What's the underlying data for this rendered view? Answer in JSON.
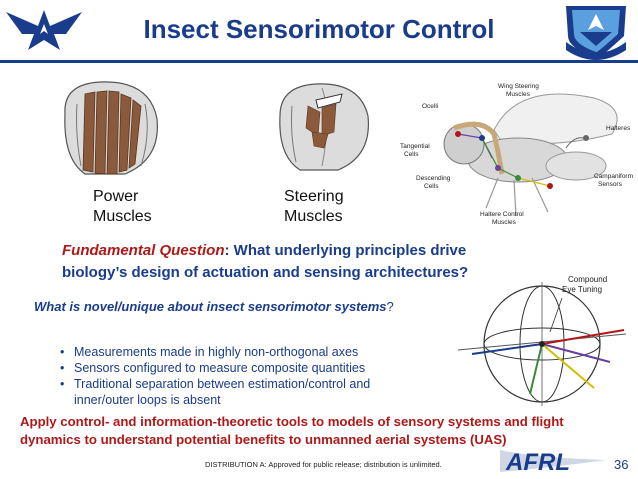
{
  "title": "Insect Sensorimotor Control",
  "captions": {
    "power": [
      "Power",
      "Muscles"
    ],
    "steering": [
      "Steering",
      "Muscles"
    ]
  },
  "diagram_labels": {
    "wing_steering": [
      "Wing Steering",
      "Muscles"
    ],
    "ocelli": "Ocelli",
    "tangential": [
      "Tangential",
      "Cells"
    ],
    "descending": [
      "Descending",
      "Cells"
    ],
    "halteres": "Halteres",
    "campaniform": [
      "Campaniform",
      "Sensors"
    ],
    "haltere_control": [
      "Haltere Control",
      "Muscles"
    ]
  },
  "sphere_label": [
    "Compound",
    "Eye Tuning"
  ],
  "question": {
    "label": "Fundamental Question",
    "text": ": What underlying principles drive biology’s design of actuation and sensing architectures?"
  },
  "novel": {
    "text": "What is novel/unique about insect sensorimotor systems",
    "qmark": "?"
  },
  "bullets": [
    "Measurements made in highly non-orthogonal axes",
    "Sensors configured to measure composite quantities",
    "Traditional separation between estimation/control and inner/outer loops is absent"
  ],
  "conclusion": "Apply control- and information-theoretic tools to models of sensory systems and flight dynamics to understand potential benefits to unmanned aerial systems (UAS)",
  "footer_note": "DISTRIBUTION A:  Approved for public release; distribution is unlimited.",
  "page_number": "36",
  "logo_text": "AFRL",
  "colors": {
    "title_blue": "#1a3c8c",
    "accent_red": "#b01818",
    "muscle_brown": "#8a5a3a"
  }
}
